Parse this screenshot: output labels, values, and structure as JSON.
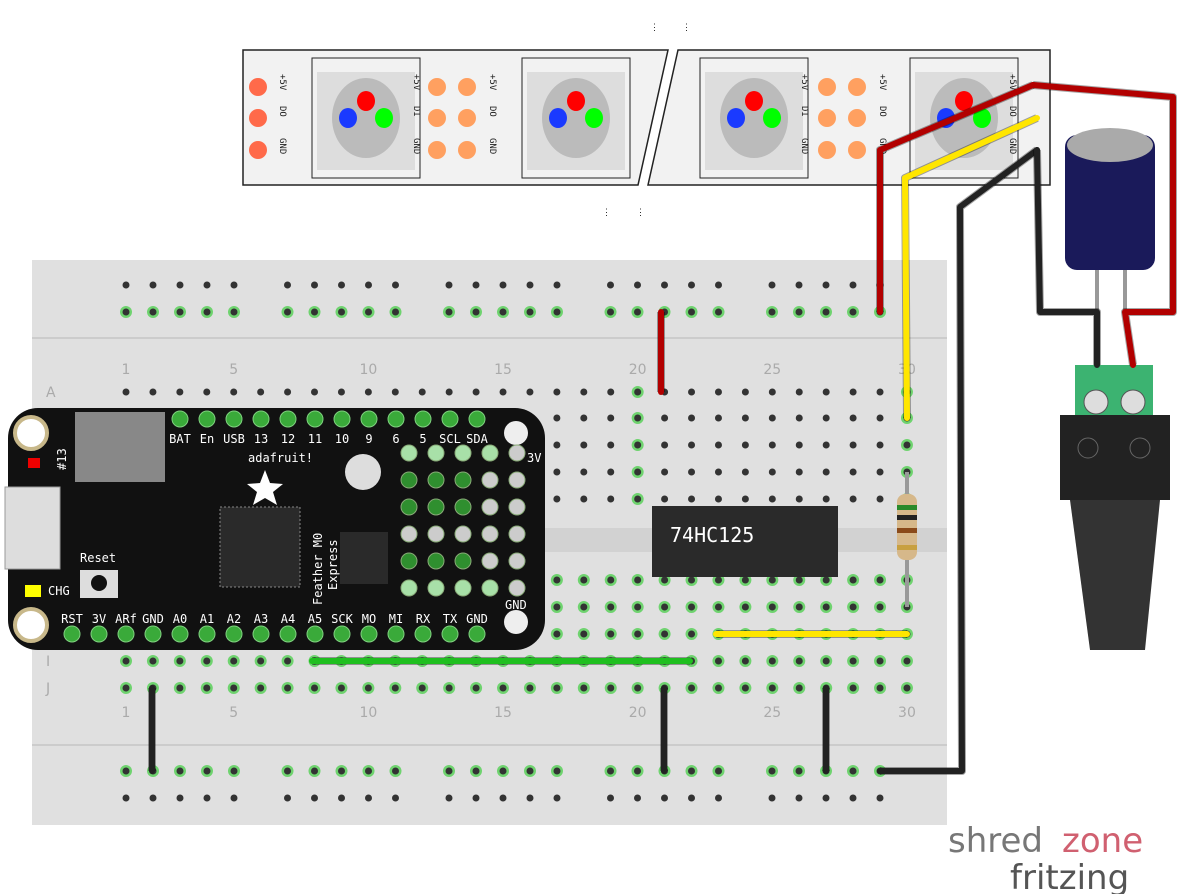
{
  "breadboard": {
    "column_numbers": [
      "1",
      "5",
      "10",
      "15",
      "20",
      "25",
      "30"
    ],
    "row_letters_top": [
      "A"
    ],
    "row_letters_bottom": [
      "I",
      "J"
    ]
  },
  "feather": {
    "name_line1": "Feather M0",
    "name_line2": "Express",
    "brand": "adafruit!",
    "top_pins": [
      "BAT",
      "En",
      "USB",
      "13",
      "12",
      "11",
      "10",
      "9",
      "6",
      "5",
      "SCL",
      "SDA"
    ],
    "bottom_pins": [
      "RST",
      "3V",
      "ARf",
      "GND",
      "A0",
      "A1",
      "A2",
      "A3",
      "A4",
      "A5",
      "SCK",
      "MO",
      "MI",
      "RX",
      "TX",
      "GND"
    ],
    "labels": {
      "led": "#13",
      "reset": "Reset",
      "chg": "CHG",
      "v3": "3V",
      "gnd": "GND"
    }
  },
  "chip": {
    "label": "74HC125"
  },
  "led_strip": {
    "pin_labels": [
      "+5V",
      "DO",
      "GND"
    ],
    "in_labels": [
      "+5V",
      "DI",
      "GND"
    ],
    "break_mark": "⋮"
  },
  "watermark": {
    "text1": "shred",
    "text2": "zone",
    "logo": "fritzing"
  },
  "colors": {
    "red_wire": "#b20000",
    "yellow_wire": "#ffe600",
    "black_wire": "#222222",
    "green_wire": "#1fbf1f",
    "hole_green": "#6fd36f",
    "board": "#e0e0e0"
  }
}
